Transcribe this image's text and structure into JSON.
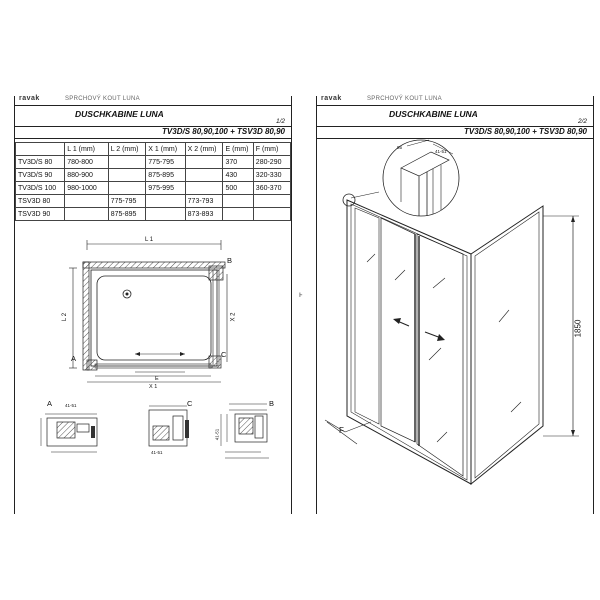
{
  "sheet1": {
    "brand": "ravak",
    "subtitle": "SPRCHOVÝ KOUT LUNA",
    "title": "DUSCHKABINE  LUNA",
    "page": "1/2",
    "model": "TV3D/S 80,90,100 + TSV3D 80,90",
    "table": {
      "headers": [
        "",
        "L 1  (mm)",
        "L 2  (mm)",
        "X 1  (mm)",
        "X 2  (mm)",
        "E (mm)",
        "F (mm)"
      ],
      "rows": [
        [
          "TV3D/S 80",
          "780-800",
          "",
          "775-795",
          "",
          "370",
          "280-290"
        ],
        [
          "TV3D/S 90",
          "880-900",
          "",
          "875-895",
          "",
          "430",
          "320-330"
        ],
        [
          "TV3D/S 100",
          "980-1000",
          "",
          "975-995",
          "",
          "500",
          "360-370"
        ],
        [
          "TSV3D 80",
          "",
          "775-795",
          "",
          "773-793",
          "",
          ""
        ],
        [
          "TSV3D 90",
          "",
          "875-895",
          "",
          "873-893",
          "",
          ""
        ]
      ]
    },
    "plan": {
      "label_L1": "L 1",
      "label_L2": "L 2",
      "label_X1": "X 1",
      "label_X2": "X 2",
      "label_E": "E",
      "corner_A": "A",
      "corner_B": "B",
      "corner_C": "C"
    },
    "details": {
      "A": "A",
      "C": "C",
      "B": "B",
      "dim_A": "41-51",
      "dim_C": "41-51",
      "dim_B": "41-51"
    }
  },
  "sheet2": {
    "brand": "ravak",
    "subtitle": "SPRCHOVÝ KOUT LUNA",
    "title": "DUSCHKABINE  LUNA",
    "page": "2/2",
    "model": "TV3D/S 80,90,100 + TSV3D 80,90",
    "height_label": "1850",
    "label_F": "F",
    "detail_dim_1": "85",
    "detail_dim_2": "41-51"
  },
  "colors": {
    "line": "#222222",
    "hatch": "#555555",
    "paper": "#ffffff"
  }
}
